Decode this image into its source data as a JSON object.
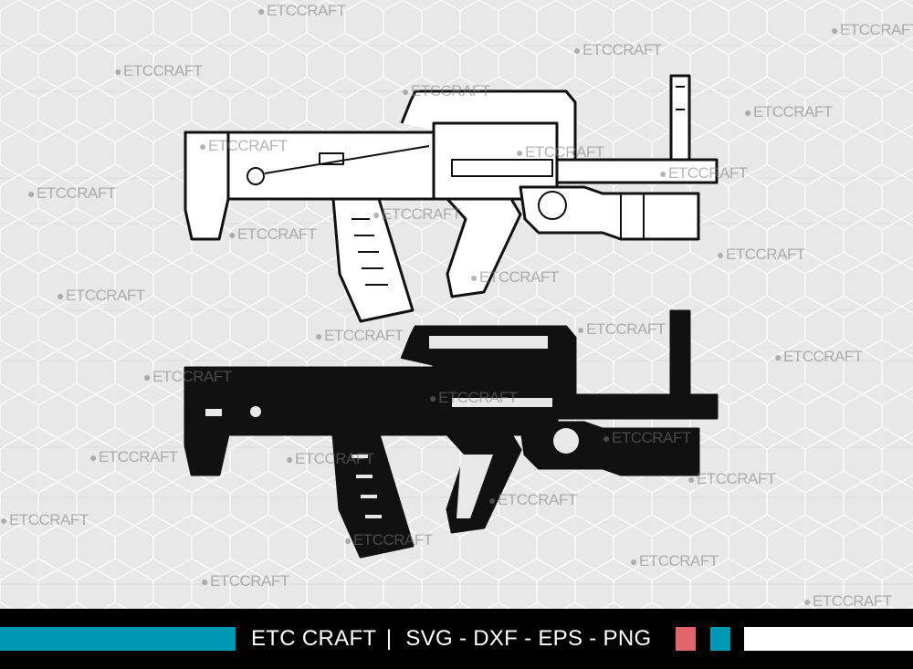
{
  "watermark": "ETCCRAFT",
  "footer": {
    "brand": "ETC CRAFT",
    "separator": "|",
    "formats": "SVG - DXF - EPS - PNG"
  },
  "colors": {
    "teal": "#0099b4",
    "pink": "#e0666b",
    "background": "#ececec",
    "footer": "#000000"
  },
  "images": {
    "top": "gun-outline",
    "bottom": "gun-silhouette"
  }
}
